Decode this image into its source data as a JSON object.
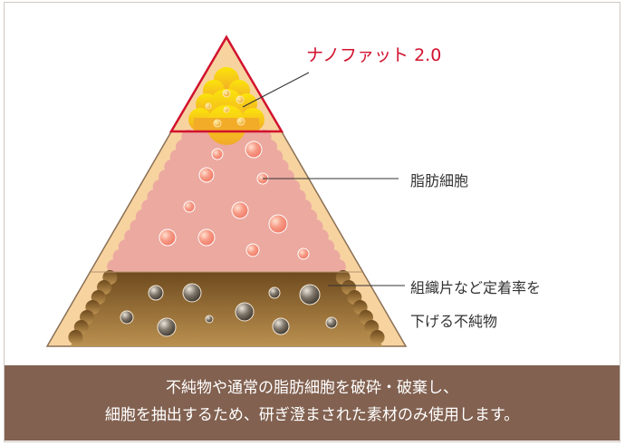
{
  "labels": {
    "nanofat": "ナノファット 2.0",
    "fat_cells": "脂肪細胞",
    "impurities_line1": "組織片など定着率を",
    "impurities_line2": "下げる不純物"
  },
  "caption": {
    "line1": "不純物や通常の脂肪細胞を破砕・破棄し、",
    "line2": "細胞を抽出するため、研ぎ澄まされた素材のみ使用します。"
  },
  "colors": {
    "accent_red": "#d2122e",
    "caption_bg": "#826150",
    "pyramid_beige": "#f7d3a0",
    "fat_pink": "#eba9a0",
    "impurity_brown": "#8a6230",
    "nanofat_yellow": "#f5c21c"
  }
}
